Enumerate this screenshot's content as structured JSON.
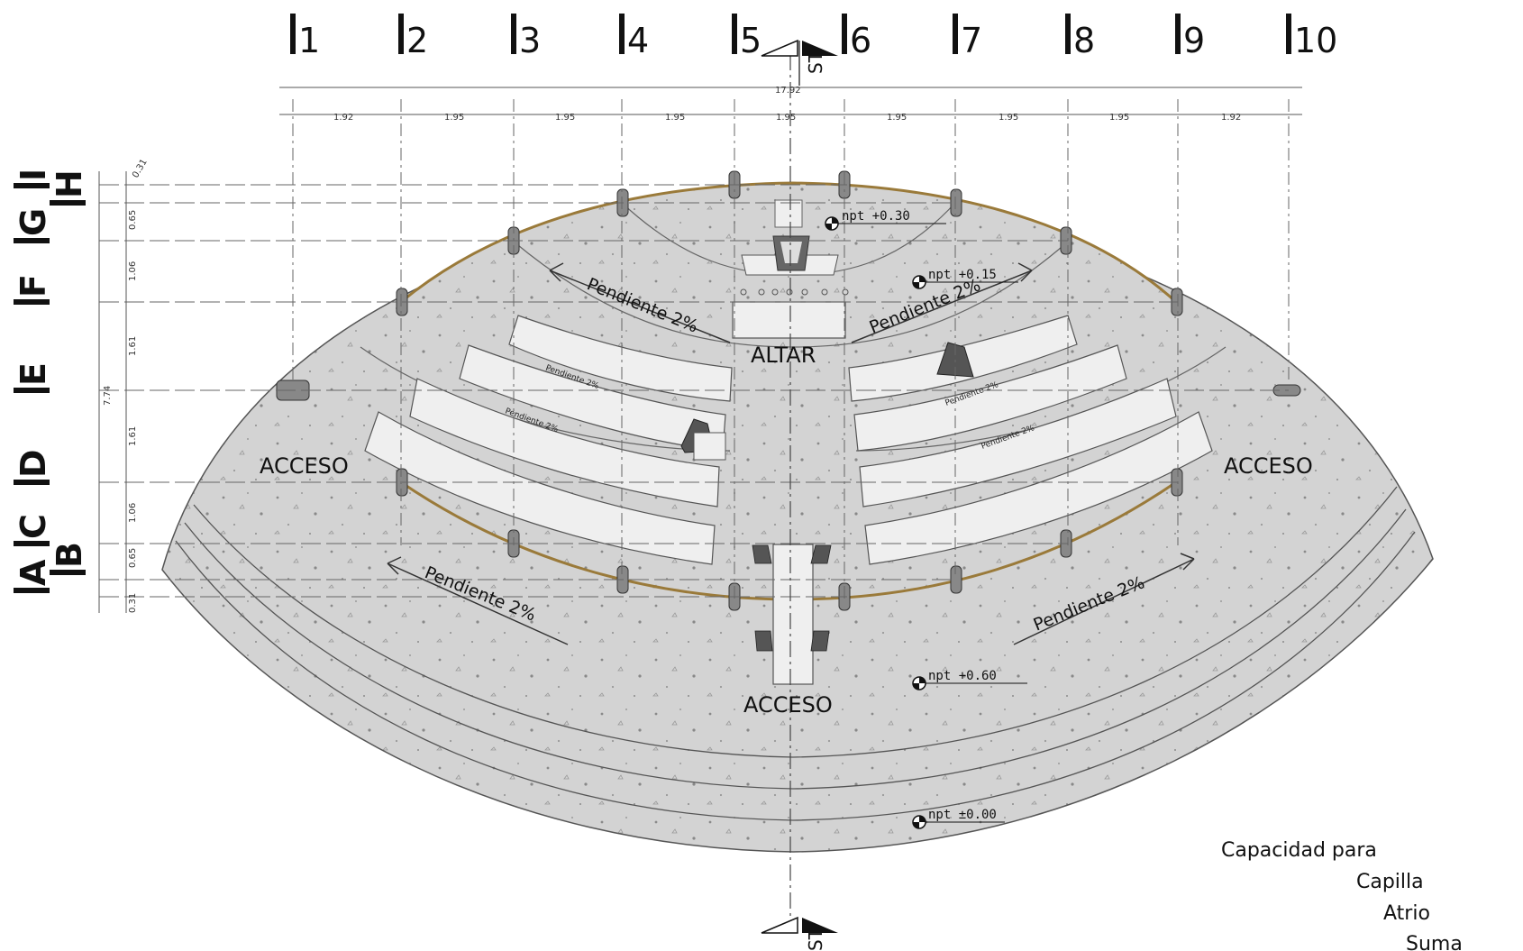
{
  "grid_columns": [
    "1",
    "2",
    "3",
    "4",
    "5",
    "6",
    "7",
    "8",
    "9",
    "10"
  ],
  "grid_rows": [
    "A",
    "B",
    "C",
    "D",
    "E",
    "F",
    "G",
    "H",
    "I"
  ],
  "total_width_dimension": "17.92",
  "column_spacings": [
    "1.92",
    "1.95",
    "1.95",
    "1.95",
    "1.95",
    "1.95",
    "1.95",
    "1.95",
    "1.92"
  ],
  "row_spacings": [
    "0.31",
    "0.65",
    "1.06",
    "1.61",
    "1.61",
    "1.06",
    "0.65",
    "0.31"
  ],
  "total_height_dimension": "7.74",
  "labels": {
    "altar": "ALTAR",
    "access_left": "ACCESO",
    "access_right": "ACCESO",
    "access_bottom": "ACCESO"
  },
  "slope_labels": {
    "upper_left": "Pendiente 2%",
    "upper_right": "Pendiente 2%",
    "lower_left": "Pendiente 2%",
    "lower_right": "Pendiente 2%",
    "small_pews": "Pendiente 2%"
  },
  "levels": {
    "altar": "npt +0.30",
    "upper": "npt +0.15",
    "access": "npt +0.60",
    "ground": "npt ±0.00"
  },
  "section_marker": "ST",
  "capacity_text": [
    "Capacidad para",
    "Capilla",
    "Atrio",
    "Suma"
  ],
  "colors": {
    "floor": "#d3d3d3",
    "lines": "#555555",
    "benches": "#efefef",
    "wall": "#9a7a3a",
    "columns": "#888888"
  }
}
